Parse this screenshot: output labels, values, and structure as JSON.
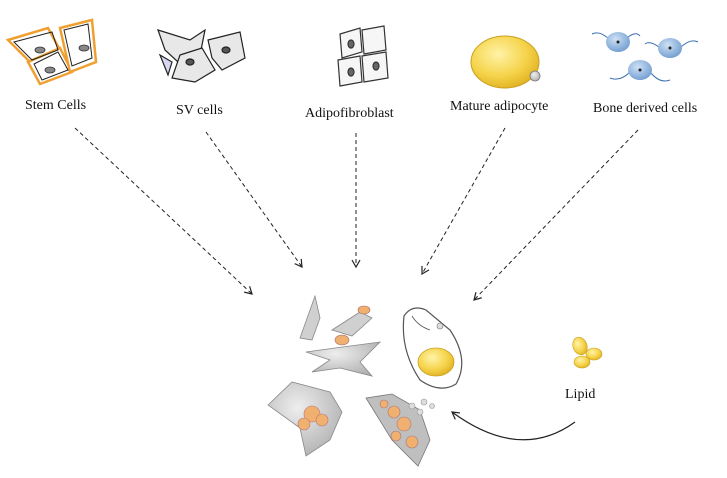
{
  "sources": [
    {
      "id": "stem",
      "label": "Stem Cells"
    },
    {
      "id": "sv",
      "label": "SV cells"
    },
    {
      "id": "adipofibroblast",
      "label": "Adipofibroblast"
    },
    {
      "id": "mature",
      "label": "Mature adipocyte"
    },
    {
      "id": "bone",
      "label": "Bone derived cells"
    }
  ],
  "lipid": {
    "label": "Lipid"
  },
  "colors": {
    "stem_outline": "#f0a030",
    "fat_yellow": "#f5d34a",
    "fat_orange": "#f0b070",
    "cell_gray": "#c9c9c9",
    "bone_blue": "#7fa8d6",
    "arrow": "#222222"
  }
}
